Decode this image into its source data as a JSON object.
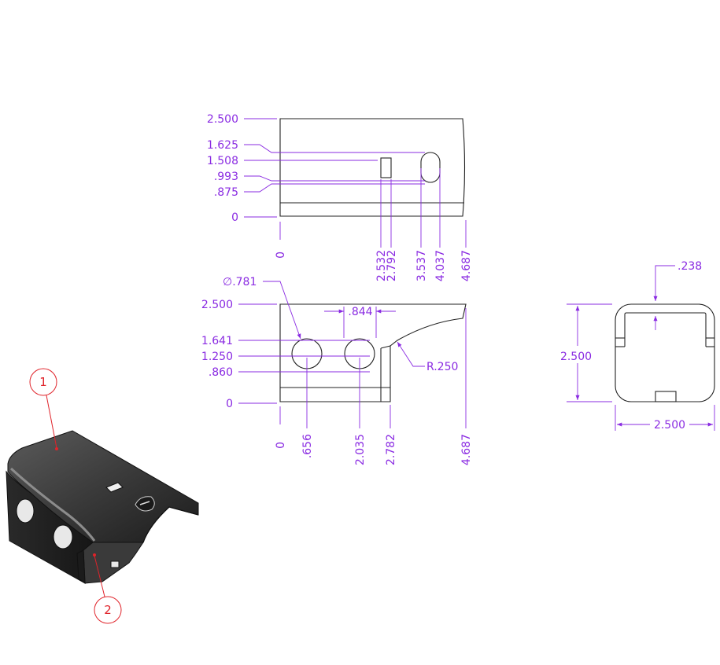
{
  "colors": {
    "dimension": "#8a2be2",
    "callout": "#e0232a",
    "part_outline": "#222222",
    "part_shade": "#2b2b2b"
  },
  "top_view": {
    "ordinates_left": [
      ".875",
      ".993",
      "1.508",
      "1.625",
      "2.500",
      "0"
    ],
    "ordinates_bottom": [
      "0",
      "2.532",
      "2.792",
      "3.537",
      "4.037",
      "4.687"
    ]
  },
  "front_view": {
    "ordinates_left": [
      "2.500",
      "1.641",
      "1.250",
      ".860",
      "0"
    ],
    "ordinates_bottom": [
      "0",
      ".656",
      "2.035",
      "2.782",
      "4.687"
    ],
    "hole_diameter": "∅.781",
    "hole_spacing": ".844",
    "radius": "R.250"
  },
  "side_view": {
    "height": "2.500",
    "width": "2.500",
    "wall": ".238"
  },
  "callouts": [
    "1",
    "2"
  ]
}
